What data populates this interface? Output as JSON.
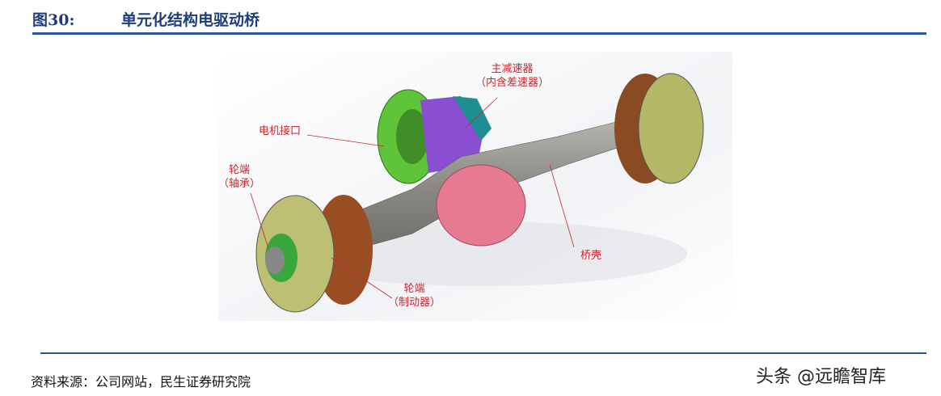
{
  "figure": {
    "number": "图30:",
    "title": "单元化结构电驱动桥"
  },
  "labels": {
    "reducer": "主减速器",
    "reducer_sub": "（内含差速器）",
    "motor": "电机接口",
    "wheel_bearing": "轮端",
    "wheel_bearing_sub": "（轴承）",
    "housing": "桥壳",
    "wheel_brake": "轮端",
    "wheel_brake_sub": "（制动器）"
  },
  "source": "资料来源：公司网站，民生证券研究院",
  "watermark": "头条 @远瞻智库",
  "colors": {
    "title": "#1f3d7a",
    "rule": "#2c5597",
    "label": "#c8262e"
  }
}
